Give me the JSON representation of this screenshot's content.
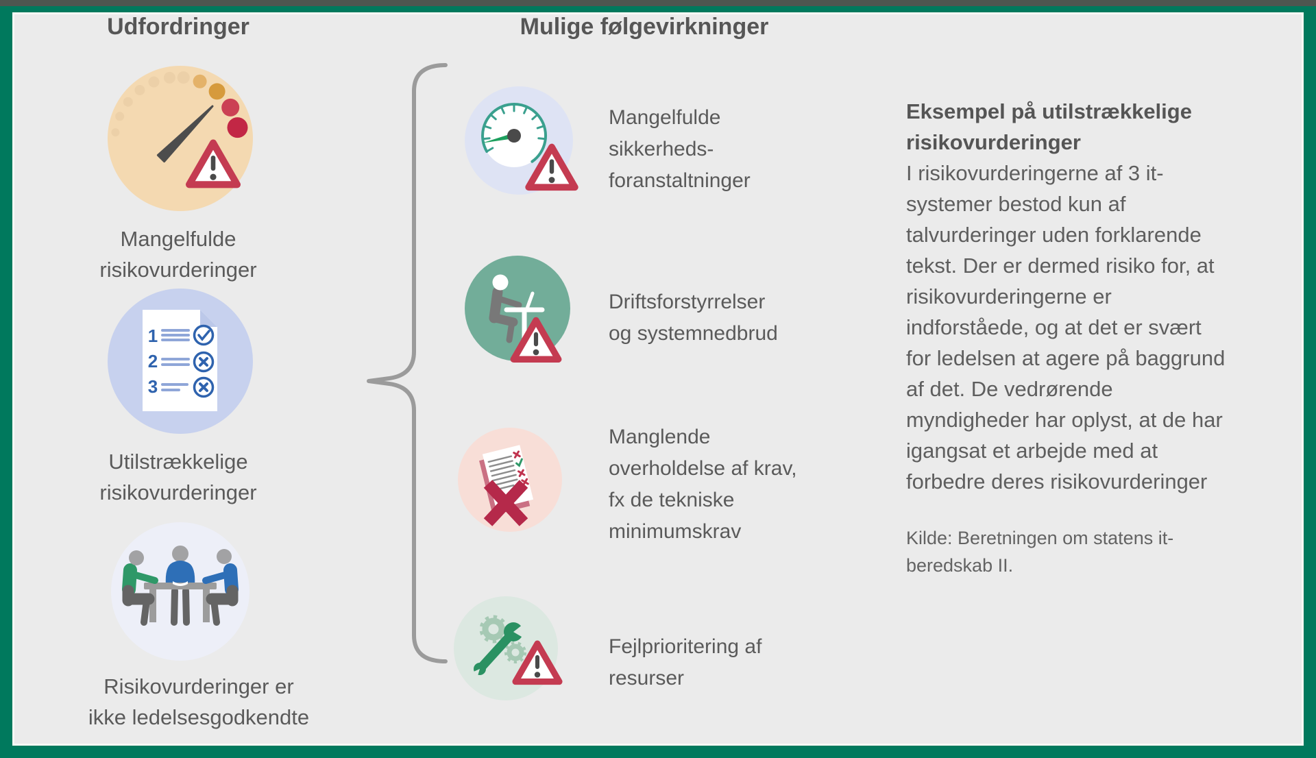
{
  "colors": {
    "frame_green": "#00795d",
    "top_strip_gray": "#4e5650",
    "background_gray": "#ebebeb",
    "heading_text": "#565656",
    "body_text": "#5a5a5a",
    "warning_red": "#c43b51",
    "brace_gray": "#9b9b9b",
    "challenge_gauge_bg": "#f4d9b1",
    "challenge_checklist_bg": "#c7d1ee",
    "challenge_meeting_bg": "#edeff8",
    "consequence_speedometer_bg": "#dee3f4",
    "consequence_desk_bg": "#72ad99",
    "consequence_document_bg": "#f8ded7",
    "consequence_tools_bg": "#dce8e1",
    "checklist_blue": "#2f63ae",
    "person_green": "#2f9868",
    "person_blue": "#2e6fb7",
    "wrench_green": "#2a9162",
    "big_x_red": "#b5294a"
  },
  "headers": {
    "challenges": "Udfordringer",
    "consequences": "Mulige følgevirkninger"
  },
  "challenges": [
    {
      "icon": "gauge-warning-icon",
      "label": "Mangelfulde\nrisikovurderinger"
    },
    {
      "icon": "checklist-icon",
      "label": "Utilstrækkelige\nrisikovurderinger"
    },
    {
      "icon": "meeting-icon",
      "label": "Risikovurderinger er\nikke ledelsesgodkendte"
    }
  ],
  "checklist": {
    "numbers": [
      "1",
      "2",
      "3"
    ]
  },
  "consequences": [
    {
      "icon": "speedometer-warning-icon",
      "label": "Mangelfulde\nsikkerheds-\nforanstaltninger"
    },
    {
      "icon": "desk-worker-warning-icon",
      "label": "Driftsforstyrrelser\nog systemnedbrud"
    },
    {
      "icon": "document-rejected-icon",
      "label": "Manglende\noverholdelse af krav,\nfx de tekniske\nminimumskrav"
    },
    {
      "icon": "tools-warning-icon",
      "label": "Fejlprioritering af\nresurser"
    }
  ],
  "example_panel": {
    "title": "Eksempel på utilstrækkelige\nrisikovurderinger",
    "body": "I risikovurderingerne af 3 it-\nsystemer bestod kun af\ntalvurderinger uden forklarende\ntekst. Der er dermed risiko for, at\nrisikovurderingerne er\nindforståede, og at det er svært\nfor ledelsen at agere på baggrund\naf det. De vedrørende\nmyndigheder har oplyst, at de har\nigangsat et arbejde med at\nforbedre deres risikovurderinger",
    "source": "Kilde: Beretningen om statens it-\nberedskab II."
  }
}
